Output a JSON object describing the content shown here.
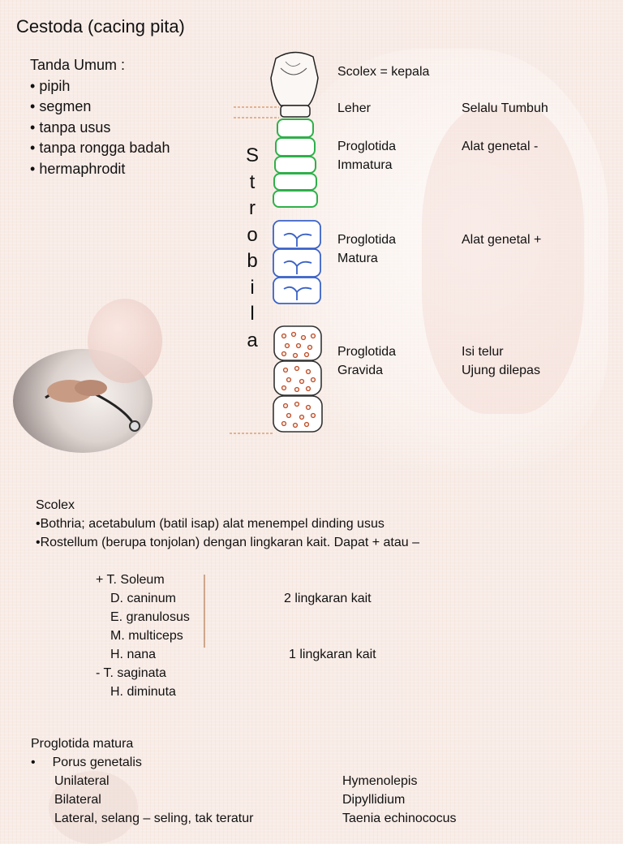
{
  "title": "Cestoda (cacing pita)",
  "tanda_umum": {
    "heading": "Tanda Umum :",
    "items": [
      "pipih",
      "segmen",
      "tanpa usus",
      "tanpa rongga badah",
      "hermaphrodit"
    ]
  },
  "strobila_letters": [
    "S",
    "t",
    "r",
    "o",
    "b",
    "i",
    "l",
    "a"
  ],
  "diagram_labels": {
    "scolex": "Scolex = kepala",
    "leher": "Leher",
    "leher_note": "Selalu Tumbuh",
    "immatura_1": "Proglotida",
    "immatura_2": "Immatura",
    "immatura_note": "Alat genetal -",
    "matura_1": "Proglotida",
    "matura_2": "Matura",
    "matura_note": "Alat genetal +",
    "gravida_1": "Proglotida",
    "gravida_2": "Gravida",
    "gravida_note_1": "Isi telur",
    "gravida_note_2": "Ujung dilepas"
  },
  "scolex_section": {
    "heading": "Scolex",
    "line1": "•Bothria; acetabulum (batil isap) alat menempel dinding usus",
    "line2": "•Rostellum (berupa tonjolan) dengan lingkaran kait. Dapat + atau –"
  },
  "species": {
    "plus_label": "+ T. Soleum",
    "list_a": [
      "D. caninum",
      "E. granulosus",
      "M. multiceps",
      "H. nana"
    ],
    "minus_label": "-  T. saginata",
    "last": "H. diminuta",
    "note_2": "2 lingkaran kait",
    "note_1": "1 lingkaran kait"
  },
  "proglotida_section": {
    "heading": "Proglotida matura",
    "bullet": "Porus genetalis",
    "rows": [
      {
        "left": "Unilateral",
        "right": "Hymenolepis"
      },
      {
        "left": "Bilateral",
        "right": "Dipyllidium"
      },
      {
        "left": "Lateral, selang – seling, tak teratur",
        "right": "Taenia echinococus"
      }
    ]
  },
  "colors": {
    "immatura": "#2fb04a",
    "matura": "#3a62c8",
    "gravida": "#c0502a",
    "dashes": "#d07a3a"
  }
}
